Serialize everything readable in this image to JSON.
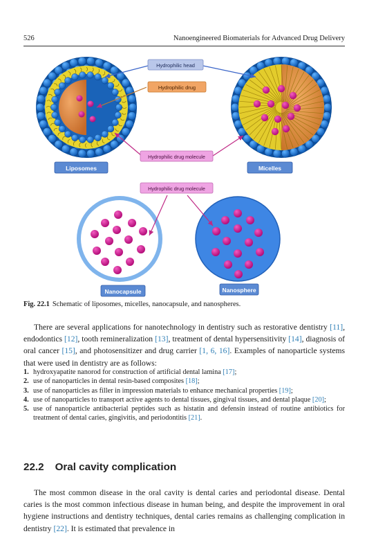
{
  "header": {
    "page_number": "526",
    "running_title": "Nanoengineered Biomaterials for Advanced Drug Delivery"
  },
  "figure": {
    "labels": {
      "hydrophilic_head": "Hydrophilic head",
      "hydrophilic_drug": "Hydrophilic drug",
      "drug_molecule_top": "Hydrophilic drug molecule",
      "drug_molecule_mid": "Hydrophilic drug molecule",
      "liposomes": "Liposomes",
      "micelles": "Micelles",
      "nanocapsule": "Nanocapsule",
      "nanosphere": "Nanosphere"
    },
    "colors": {
      "head_blue": "#1e6fc4",
      "tail_yellow": "#e9d21f",
      "drug_orange": "#d9823a",
      "drug_magenta": "#d0168f",
      "label_blue": "#5b8ad3",
      "label_pink": "#eaa0e0",
      "label_orange": "#f0a766",
      "label_lavender": "#b8c4e8"
    }
  },
  "caption": {
    "label": "Fig. 22.1",
    "text": "Schematic of liposomes, micelles, nanocapsule, and nanospheres."
  },
  "intro": {
    "t1": "There are several applications for nanotechnology in dentistry such as restorative dentistry ",
    "r1": "[11]",
    "t2": ", endodontics ",
    "r2": "[12]",
    "t3": ", tooth remineralization ",
    "r3": "[13]",
    "t4": ", treatment of dental hypersensitivity ",
    "r4": "[14]",
    "t5": ", diagnosis of oral cancer ",
    "r5": "[15]",
    "t6": ", and photosensitizer and drug carrier ",
    "r6": "[1, 6, 16]",
    "t7": ". Examples of nanoparticle systems that were used in dentistry are as follows:"
  },
  "list": [
    {
      "num": "1.",
      "text": "hydroxyapatite nanorod for construction of artificial dental lamina ",
      "ref": "[17]",
      "end": ";"
    },
    {
      "num": "2.",
      "text": "use of nanoparticles in dental resin-based composites ",
      "ref": "[18]",
      "end": ";"
    },
    {
      "num": "3.",
      "text": "use of nanoparticles as filler in impression materials to enhance mechanical properties ",
      "ref": "[19]",
      "end": ";"
    },
    {
      "num": "4.",
      "text": "use of nanoparticles to transport active agents to dental tissues, gingival tissues, and dental plaque ",
      "ref": "[20]",
      "end": ";"
    },
    {
      "num": "5.",
      "text": "use of nanoparticle antibacterial peptides such as histatin and defensin instead of routine antibiotics for treatment of dental caries, gingivitis, and periodontitis ",
      "ref": "[21]",
      "end": "."
    }
  ],
  "section": {
    "number": "22.2",
    "title": "Oral cavity complication"
  },
  "body": {
    "t1": "The most common disease in the oral cavity is dental caries and periodontal disease. Dental caries is the most common infectious disease in human being, and despite the improvement in oral hygiene instructions and dentistry techniques, dental caries remains as challenging complication in dentistry ",
    "r1": "[22]",
    "t2": ". It is estimated that prevalence in"
  }
}
